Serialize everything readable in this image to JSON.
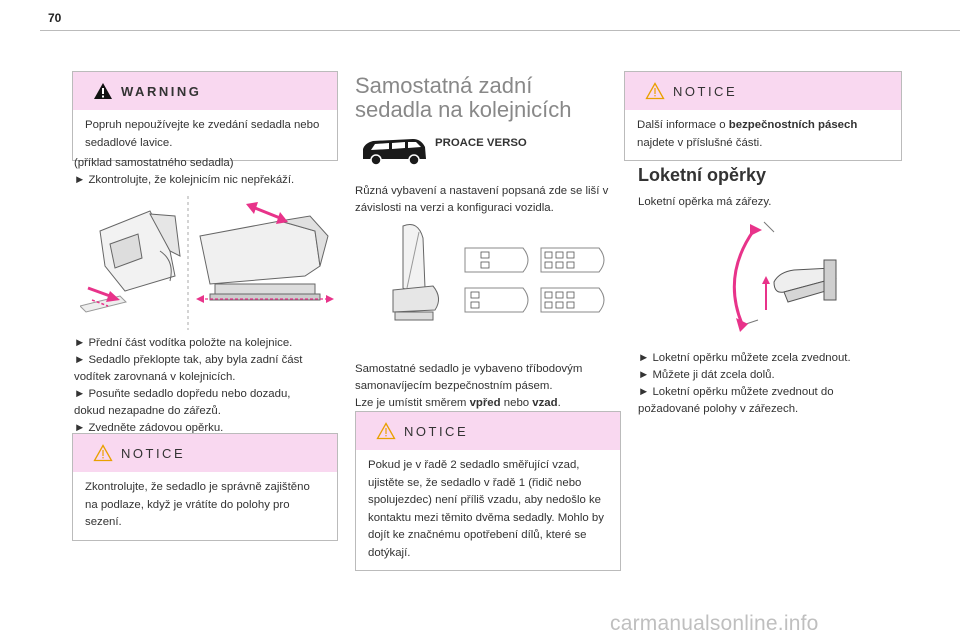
{
  "page_number": "70",
  "col1": {
    "warning": {
      "title": "WARNING",
      "text": "Popruh nepoužívejte ke zvedání sedadla nebo sedadlové lavice."
    },
    "intro_line1": "(příklad samostatného sedadla)",
    "intro_line2": "► Zkontrolujte, že kolejnicím nic nepřekáží.",
    "steps": [
      "► Přední část vodítka položte na kolejnice.",
      "► Sedadlo překlopte tak, aby byla zadní část",
      "vodítek zarovnaná v kolejnicích.",
      "► Posuňte sedadlo dopředu nebo dozadu,",
      "dokud nezapadne do zářezů.",
      "► Zvedněte zádovou opěrku."
    ],
    "notice": {
      "title": "NOTICE",
      "text": "Zkontrolujte, že sedadlo je správně zajištěno na podlaze, když je vrátíte do polohy pro sezení."
    }
  },
  "col2": {
    "heading_line1": "Samostatná zadní",
    "heading_line2": "sedadla na kolejnicích",
    "model": "PROACE VERSO",
    "para1": "Různá vybavení a nastavení popsaná zde se liší v závislosti na verzi a konfiguraci vozidla.",
    "para2_line1": "Samostatné sedadlo je vybaveno tříbodovým",
    "para2_line2": "samonavíjecím bezpečnostním pásem.",
    "para2_pre": "Lze je umístit směrem ",
    "para2_b1": "vpřed",
    "para2_mid": " nebo ",
    "para2_b2": "vzad",
    "para2_end": ".",
    "notice": {
      "title": "NOTICE",
      "text": "Pokud je v řadě 2 sedadlo směřující vzad, ujistěte se, že sedadlo v řadě 1 (řidič nebo spolujezdec) není příliš vzadu, aby nedošlo ke kontaktu mezi těmito dvěma sedadly. Mohlo by dojít ke značnému opotřebení dílů, které se dotýkají."
    }
  },
  "col3": {
    "notice": {
      "title": "NOTICE",
      "pre": "Další informace o ",
      "bold": "bezpečnostních pásech",
      "post": " najdete v příslušné části."
    },
    "heading": "Loketní opěrky",
    "intro": "Loketní opěrka má zářezy.",
    "steps": [
      "► Loketní opěrku můžete zcela zvednout.",
      "► Můžete ji dát zcela dolů.",
      "► Loketní opěrku můžete zvednout do",
      "požadované polohy v zářezech."
    ]
  },
  "watermark": "carmanualsonline.info",
  "colors": {
    "accent_pink": "#f9d8f0",
    "magenta": "#e8338a"
  },
  "icons": [
    "warning-icon",
    "notice-icon",
    "van-icon"
  ]
}
